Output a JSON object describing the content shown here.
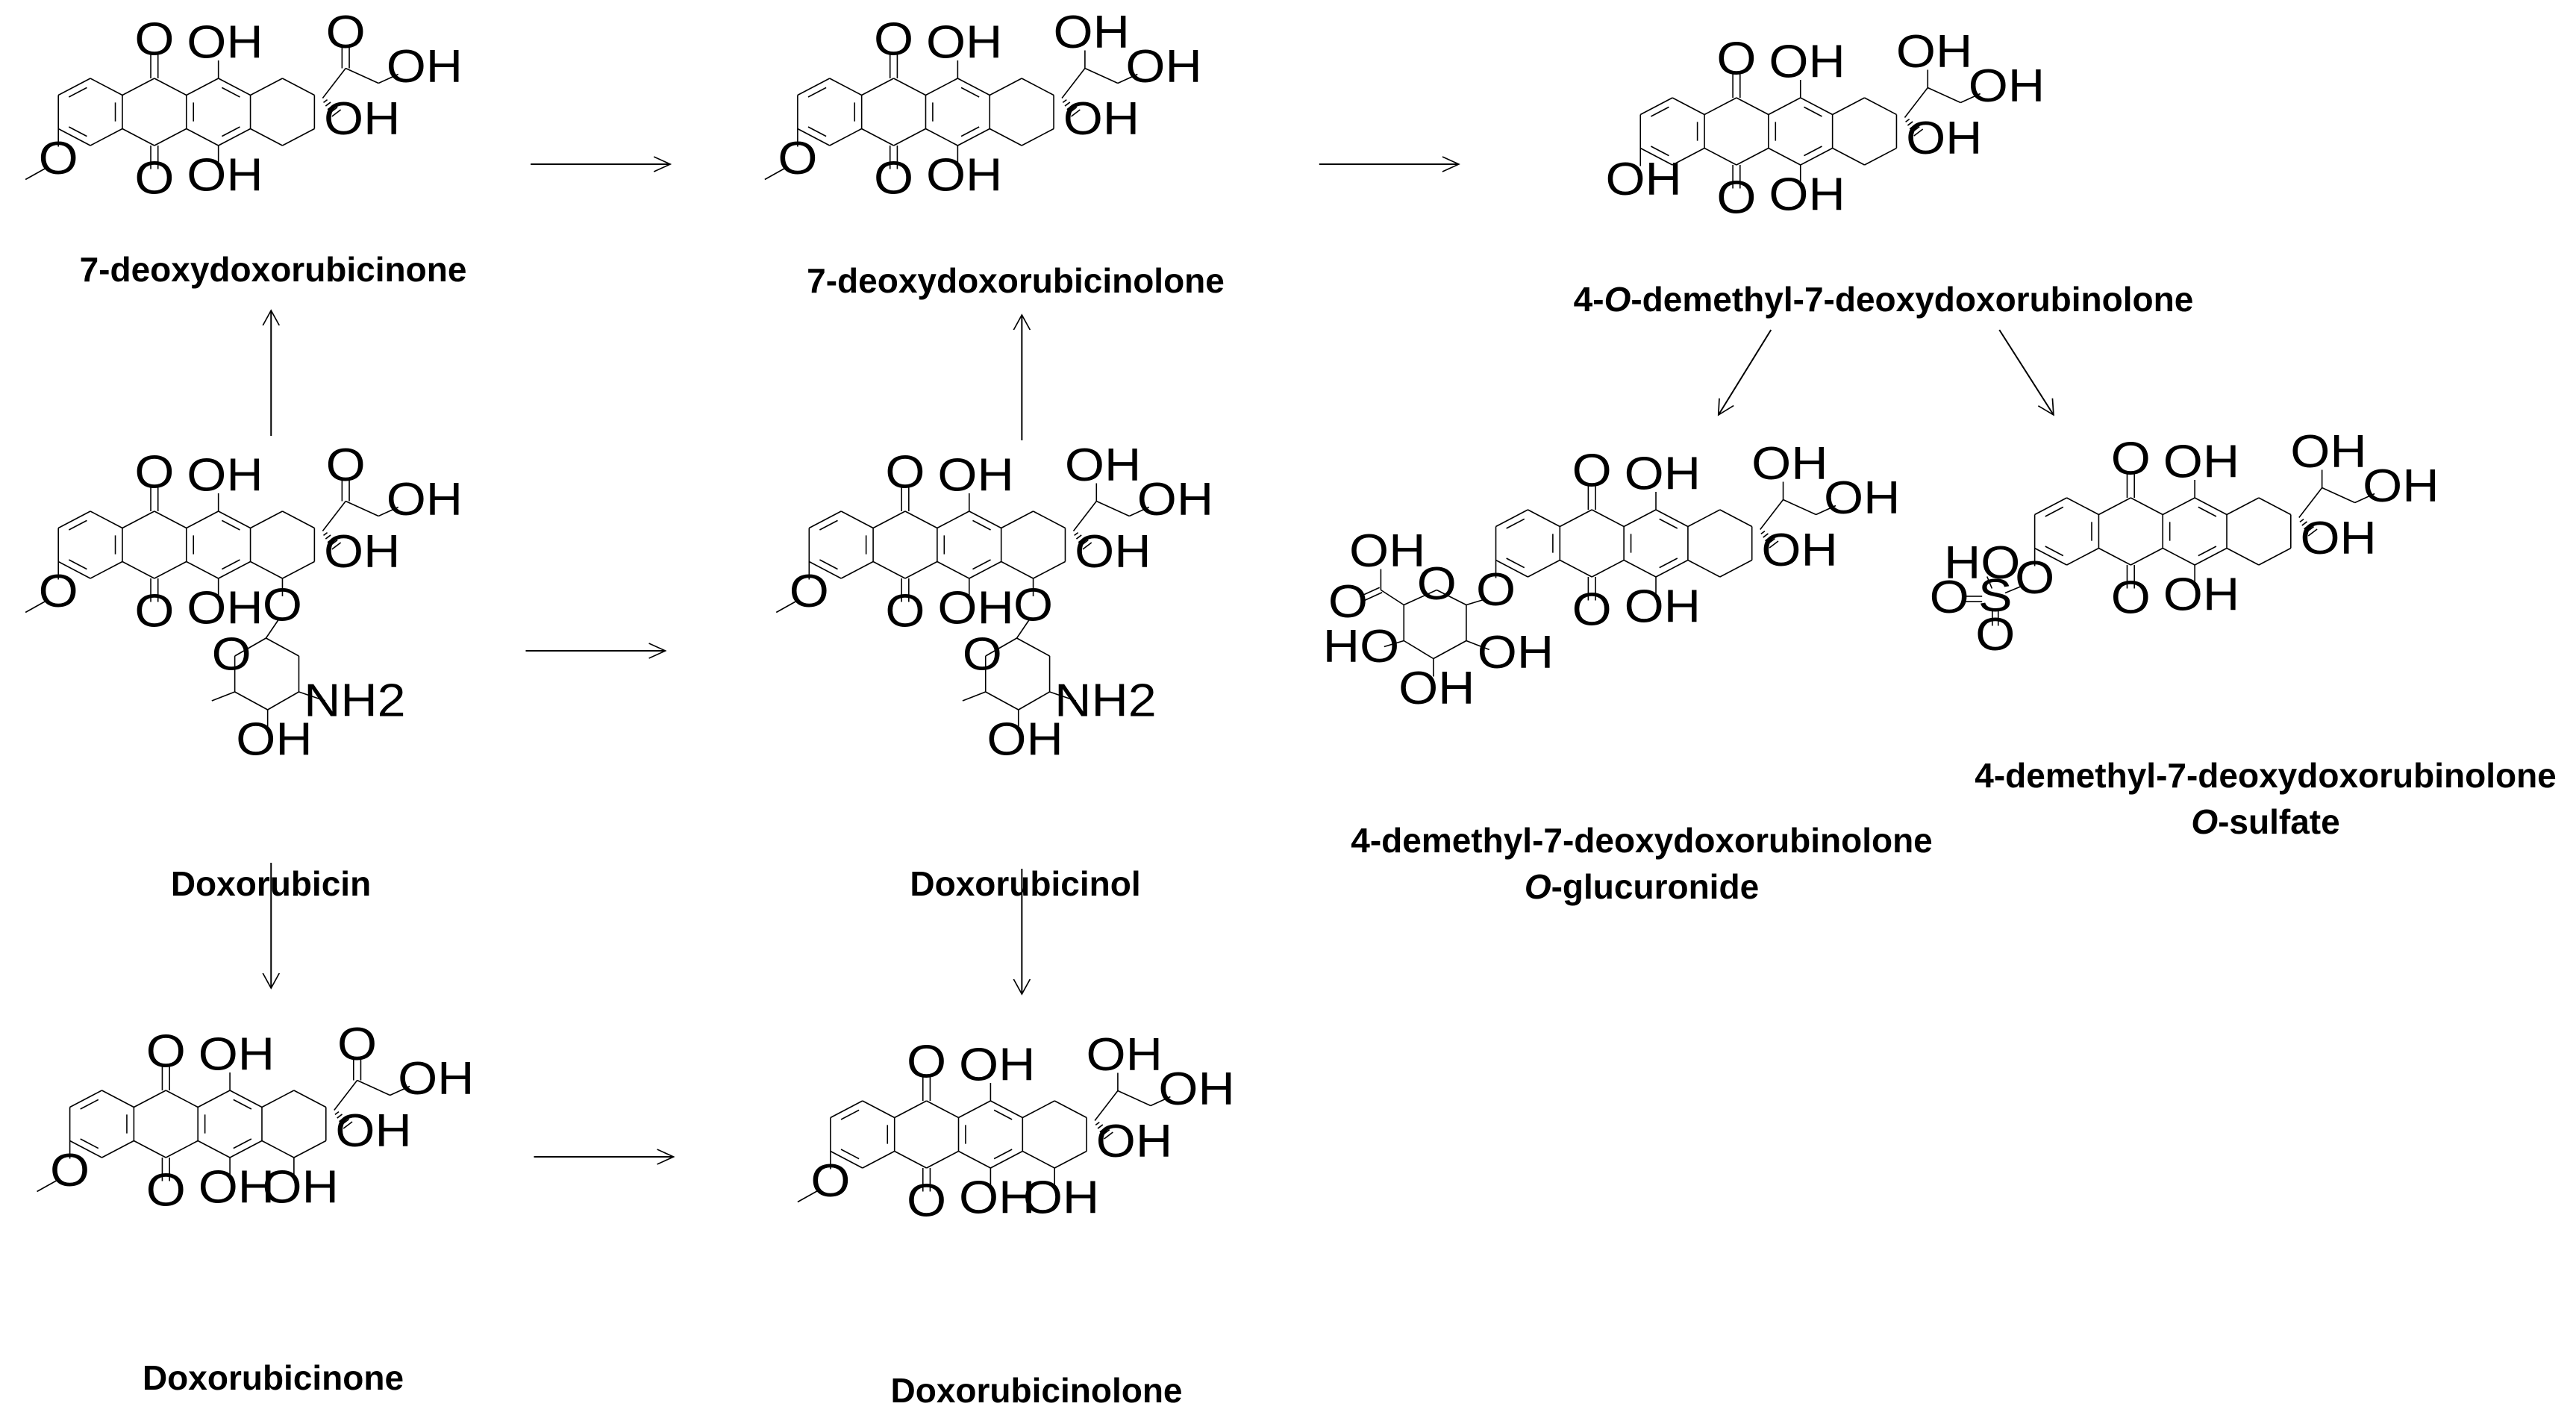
{
  "compounds": [
    {
      "id": "c1",
      "name": "7-deoxydoxorubicinone"
    },
    {
      "id": "c2",
      "name": "7-deoxydoxorubicinolone"
    },
    {
      "id": "c3",
      "name_prefix": "4-",
      "name_italic": "O",
      "name_rest": "-demethyl-7-deoxydoxorubinolone"
    },
    {
      "id": "c4",
      "name": "Doxorubicin"
    },
    {
      "id": "c5",
      "name": "Doxorubicinol"
    },
    {
      "id": "c6",
      "name_line1": "4-demethyl-7-deoxydoxorubinolone",
      "name_line2_italic": "O",
      "name_line2_rest": "-glucuronide"
    },
    {
      "id": "c7",
      "name_line1": "4-demethyl-7-deoxydoxorubinolone",
      "name_line2_italic": "O",
      "name_line2_rest": "-sulfate"
    },
    {
      "id": "c8",
      "name": "Doxorubicinone"
    },
    {
      "id": "c9",
      "name": "Doxorubicinolone"
    }
  ],
  "atom_labels": {
    "oxo": "O",
    "hydroxyl": "OH",
    "amine": "NH2",
    "sulfate_oh": "HO",
    "sulfur": "S"
  },
  "reactions": [
    {
      "from": "Doxorubicin",
      "to": "7-deoxydoxorubicinone"
    },
    {
      "from": "Doxorubicin",
      "to": "Doxorubicinol"
    },
    {
      "from": "Doxorubicin",
      "to": "Doxorubicinone"
    },
    {
      "from": "7-deoxydoxorubicinone",
      "to": "7-deoxydoxorubicinolone"
    },
    {
      "from": "Doxorubicinol",
      "to": "7-deoxydoxorubicinolone"
    },
    {
      "from": "Doxorubicinol",
      "to": "Doxorubicinolone"
    },
    {
      "from": "Doxorubicinone",
      "to": "Doxorubicinolone"
    },
    {
      "from": "7-deoxydoxorubicinolone",
      "to": "4-O-demethyl-7-deoxydoxorubinolone"
    },
    {
      "from": "4-O-demethyl-7-deoxydoxorubinolone",
      "to": "4-demethyl-7-deoxydoxorubinolone O-glucuronide"
    },
    {
      "from": "4-O-demethyl-7-deoxydoxorubinolone",
      "to": "4-demethyl-7-deoxydoxorubinolone O-sulfate"
    }
  ]
}
